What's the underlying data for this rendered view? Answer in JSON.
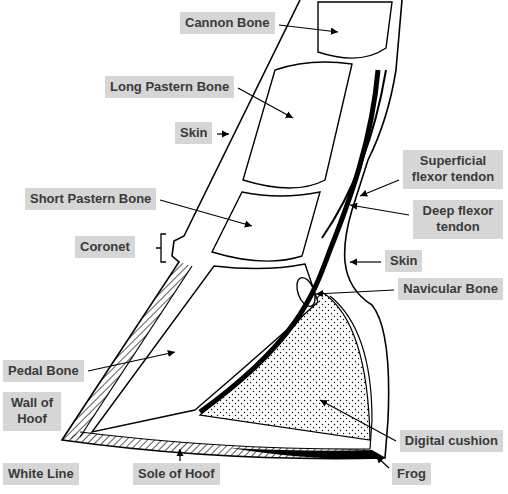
{
  "diagram": {
    "nodes": [
      {
        "text": [
          "Cannon Bone"
        ]
      },
      {
        "text": [
          "Long Pastern Bone"
        ]
      },
      {
        "text": [
          "Skin"
        ]
      },
      {
        "text": [
          "Superficial flexor tendon"
        ]
      },
      {
        "text": [
          "Short Pastern Bone"
        ]
      },
      {
        "text": [
          "Deep flexor tendon"
        ]
      },
      {
        "text": [
          "Coronet"
        ]
      },
      {
        "text": [
          "Skin"
        ]
      },
      {
        "text": [
          "Navicular Bone"
        ]
      },
      {
        "text": [
          "Pedal Bone"
        ]
      },
      {
        "text": [
          "Wall of Hoof"
        ]
      },
      {
        "text": [
          "Digital cushion"
        ]
      },
      {
        "text": [
          "White Line"
        ]
      },
      {
        "text": [
          "Sole of Hoof"
        ]
      },
      {
        "text": [
          "Frog"
        ]
      }
    ]
  }
}
